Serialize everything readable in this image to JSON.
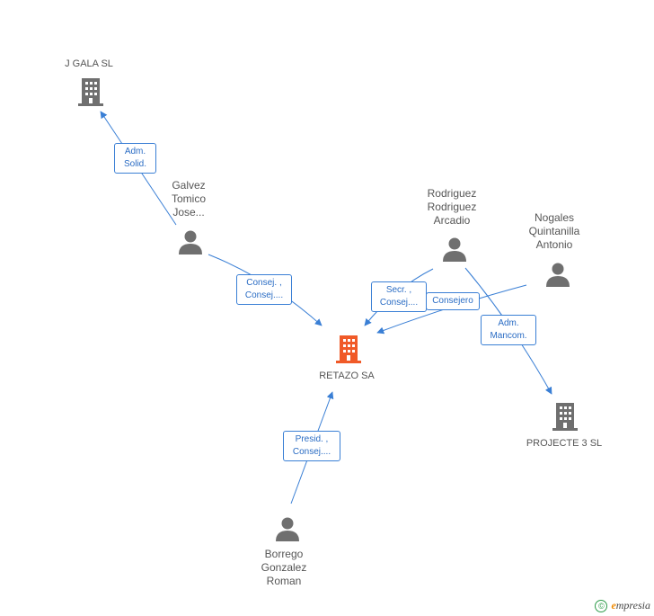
{
  "nodes": {
    "jgala": {
      "label": "J GALA SL",
      "type": "company"
    },
    "retazo": {
      "label": "RETAZO SA",
      "type": "company-main"
    },
    "projecte3": {
      "label": "PROJECTE 3 SL",
      "type": "company"
    },
    "galvez": {
      "label_lines": [
        "Galvez",
        "Tomico",
        "Jose..."
      ],
      "type": "person"
    },
    "rodriguez": {
      "label_lines": [
        "Rodriguez",
        "Rodriguez",
        "Arcadio"
      ],
      "type": "person"
    },
    "nogales": {
      "label_lines": [
        "Nogales",
        "Quintanilla",
        "Antonio"
      ],
      "type": "person"
    },
    "borrego": {
      "label_lines": [
        "Borrego",
        "Gonzalez",
        "Roman"
      ],
      "type": "person"
    }
  },
  "edges": {
    "galvez_jgala": [
      "Adm.",
      "Solid."
    ],
    "galvez_retazo": [
      "Consej. ,",
      "Consej...."
    ],
    "rodriguez_retazo": [
      "Secr. ,",
      "Consej...."
    ],
    "nogales_retazo": [
      "Consejero"
    ],
    "rodriguez_projecte3": [
      "Adm.",
      "Mancom."
    ],
    "borrego_retazo": [
      "Presid. ,",
      "Consej...."
    ]
  },
  "colors": {
    "edge": "#3a7fd5",
    "company_icon": "#6f6f6f",
    "main_company_icon": "#f05a28",
    "person_icon": "#6f6f6f"
  },
  "footer": {
    "copyright_symbol": "©",
    "brand_first": "e",
    "brand_rest": "mpresia"
  }
}
